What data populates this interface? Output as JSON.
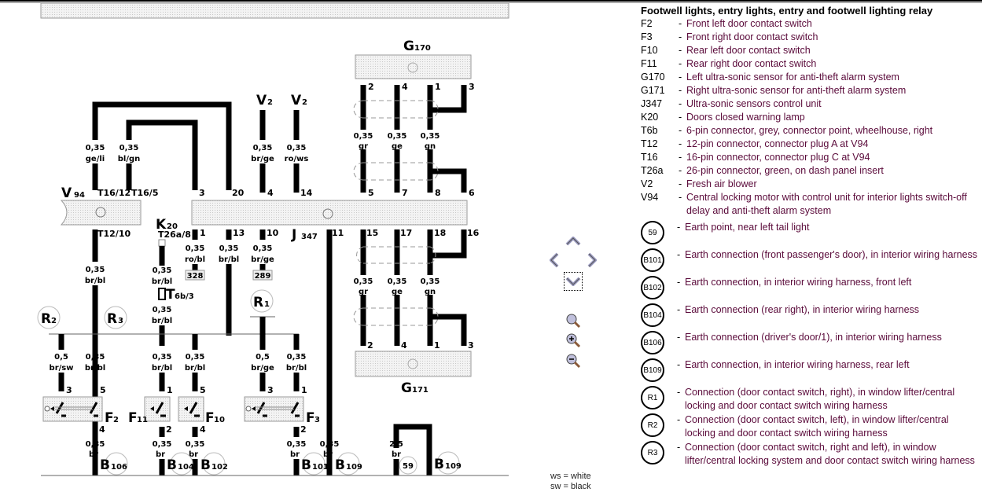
{
  "legend": {
    "title": "Footwell lights, entry lights, entry and footwell lighting relay",
    "components": [
      {
        "code": "F2",
        "desc": "Front left door contact switch"
      },
      {
        "code": "F3",
        "desc": "Front right door contact switch"
      },
      {
        "code": "F10",
        "desc": "Rear left door contact switch"
      },
      {
        "code": "F11",
        "desc": "Rear right door contact switch"
      },
      {
        "code": "G170",
        "desc": "Left ultra-sonic sensor for anti-theft alarm system"
      },
      {
        "code": "G171",
        "desc": "Right ultra-sonic sensor for anti-theft alarm system"
      },
      {
        "code": "J347",
        "desc": "Ultra-sonic sensors control unit"
      },
      {
        "code": "K20",
        "desc": "Doors closed warning lamp"
      },
      {
        "code": "T6b",
        "desc": "6-pin connector, grey, connector point, wheelhouse, right"
      },
      {
        "code": "T12",
        "desc": "12-pin connector, connector plug A at V94"
      },
      {
        "code": "T16",
        "desc": "16-pin connector, connector plug C at V94"
      },
      {
        "code": "T26a",
        "desc": "26-pin connector, green, on dash panel insert"
      },
      {
        "code": "V2",
        "desc": "Fresh air blower"
      },
      {
        "code": "V94",
        "desc": "Central locking motor with control unit for interior lights switch-off delay and anti-theft alarm system"
      }
    ],
    "grounds": [
      {
        "code": "59",
        "desc": "Earth point, near left tail light"
      },
      {
        "code": "B101",
        "desc": "Earth connection (front passenger's door), in interior wiring harness"
      },
      {
        "code": "B102",
        "desc": "Earth connection, in interior wiring harness, front left"
      },
      {
        "code": "B104",
        "desc": "Earth connection (rear right), in interior wiring harness"
      },
      {
        "code": "B106",
        "desc": "Earth connection (driver's door/1), in interior wiring harness"
      },
      {
        "code": "B109",
        "desc": "Earth connection, in interior wiring harness, rear left"
      },
      {
        "code": "R1",
        "desc": "Connection (door contact switch, right), in window lifter/central locking and door contact switch wiring harness"
      },
      {
        "code": "R2",
        "desc": "Connection (door contact switch, left), in window lifter/central locking and door contact switch wiring harness"
      },
      {
        "code": "R3",
        "desc": "Connection (door contact switch, right and left), in window lifter/central locking system and door contact switch wiring harness"
      }
    ]
  },
  "color_key": [
    "ws  =  white",
    "sw  =  black"
  ],
  "navigation": {
    "pan_up": "pan-up",
    "pan_left": "pan-left",
    "pan_right": "pan-right",
    "pan_down": "pan-down",
    "zoom_fit": "zoom-fit",
    "zoom_in": "zoom-in",
    "zoom_out": "zoom-out"
  },
  "diagram": {
    "components": {
      "V94": {
        "letter": "V",
        "sub": "94"
      },
      "J347": {
        "letter": "J",
        "sub": "347"
      },
      "K20": {
        "letter": "K",
        "sub": "20"
      },
      "G170": {
        "letter": "G",
        "sub": "170"
      },
      "G171": {
        "letter": "G",
        "sub": "171"
      },
      "V2a": {
        "letter": "V",
        "sub": "2"
      },
      "V2b": {
        "letter": "V",
        "sub": "2"
      },
      "F2": {
        "letter": "F",
        "sub": "2"
      },
      "F11": {
        "letter": "F",
        "sub": "11"
      },
      "F10": {
        "letter": "F",
        "sub": "10"
      },
      "F3": {
        "letter": "F",
        "sub": "3"
      },
      "T6b": {
        "letter": "T",
        "sub": "6b/3"
      }
    },
    "pins": {
      "v94_t16_12": "T16/12",
      "v94_t16_5": "T16/5",
      "v94_t12_10": "T12/10",
      "k20_t26a": "T26a/8",
      "j_3": "3",
      "j_20": "20",
      "j_4": "4",
      "j_14": "14",
      "j_5": "5",
      "j_7": "7",
      "j_8": "8",
      "j_6": "6",
      "j_1": "1",
      "j_13": "13",
      "j_10": "10",
      "j_11": "11",
      "j_15": "15",
      "j_17": "17",
      "j_18": "18",
      "j_16": "16",
      "g170_2": "2",
      "g170_4": "4",
      "g170_1": "1",
      "g170_3": "3",
      "g171_2": "2",
      "g171_4": "4",
      "g171_1": "1",
      "g171_3": "3",
      "f2_3": "3",
      "f2_5": "5",
      "f2_4": "4",
      "f11_1": "1",
      "f11_2": "2",
      "f10_5": "5",
      "f10_4": "4",
      "f3_3": "3",
      "f3_1": "1",
      "f3_2": "2"
    },
    "wires": {
      "w_geli": [
        "0,35",
        "ge/li"
      ],
      "w_blgn": [
        "0,35",
        "bl/gn"
      ],
      "w_v2_brge": [
        "0,35",
        "br/ge"
      ],
      "w_v2_rows": [
        "0,35",
        "ro/ws"
      ],
      "w_j1": [
        "0,35",
        "ro/bl"
      ],
      "w_j13": [
        "0,35",
        "br/bl"
      ],
      "w_j10": [
        "0,35",
        "br/ge"
      ],
      "w_v94_down": [
        "0,35",
        "br/bl"
      ],
      "w_k20_a": [
        "0,35",
        "br/bl"
      ],
      "w_k20_b": [
        "0,35",
        "br/bl"
      ],
      "w_g170_gr": [
        "0,35",
        "gr"
      ],
      "w_g170_ge": [
        "0,35",
        "ge"
      ],
      "w_g170_gn": [
        "0,35",
        "gn"
      ],
      "w_g171_gr": [
        "0,35",
        "gr"
      ],
      "w_g171_ge": [
        "0,35",
        "ge"
      ],
      "w_g171_gn": [
        "0,35",
        "gn"
      ],
      "w_f2_3": [
        "0,5",
        "br/sw"
      ],
      "w_f2_5": [
        "0,35",
        "br/bl"
      ],
      "w_f11_1": [
        "0,35",
        "br/bl"
      ],
      "w_f10_5": [
        "0,35",
        "br/bl"
      ],
      "w_f3_3": [
        "0,5",
        "br/ge"
      ],
      "w_f3_1": [
        "0,35",
        "br/bl"
      ],
      "w_f2_4": [
        "0,35",
        "br"
      ],
      "w_f11_2": [
        "0,35",
        "br"
      ],
      "w_f10_4": [
        "0,35",
        "br"
      ],
      "w_f3_2": [
        "0,35",
        "br"
      ],
      "w_j11": [
        "0,35",
        "br"
      ],
      "w_59": [
        "2,5",
        "br"
      ]
    },
    "refs": {
      "ref328": "328",
      "ref289": "289"
    },
    "ground_marks": {
      "R2": {
        "letter": "R",
        "sub": "2"
      },
      "R3": {
        "letter": "R",
        "sub": "3"
      },
      "R1": {
        "letter": "R",
        "sub": "1"
      },
      "B106": {
        "letter": "B",
        "sub": "106"
      },
      "B104": {
        "letter": "B",
        "sub": "104"
      },
      "B102": {
        "letter": "B",
        "sub": "102"
      },
      "B101": {
        "letter": "B",
        "sub": "101"
      },
      "B109a": {
        "letter": "B",
        "sub": "109"
      },
      "B109b": {
        "letter": "B",
        "sub": "109"
      },
      "G59": {
        "letter": "59",
        "sub": ""
      }
    }
  }
}
